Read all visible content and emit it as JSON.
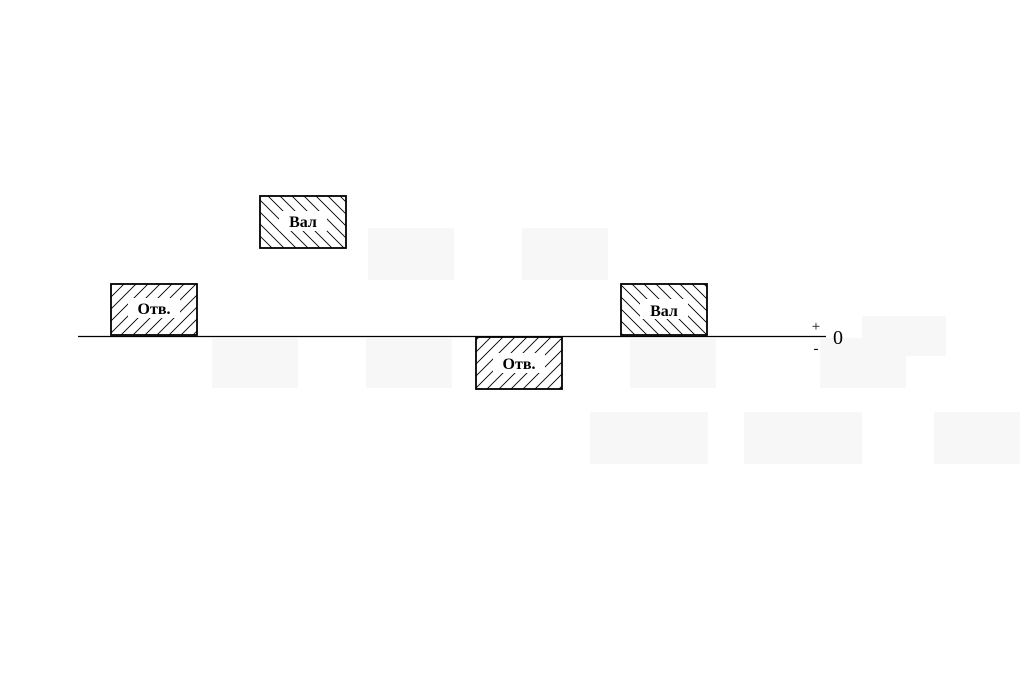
{
  "diagram": {
    "colors": {
      "stroke": "#000000",
      "hatch": "#000000",
      "background": "#ffffff",
      "ghost": "#f6f6f6"
    },
    "zero_line": {
      "plus_label": "+",
      "minus_label": "-",
      "zero_label": "0"
    },
    "fields": [
      {
        "label": "Отв.",
        "kind": "hole",
        "position": "above-zero"
      },
      {
        "label": "Вал",
        "kind": "shaft",
        "position": "above-zero-raised"
      },
      {
        "label": "Отв.",
        "kind": "hole",
        "position": "below-zero"
      },
      {
        "label": "Вал",
        "kind": "shaft",
        "position": "above-zero"
      }
    ]
  }
}
